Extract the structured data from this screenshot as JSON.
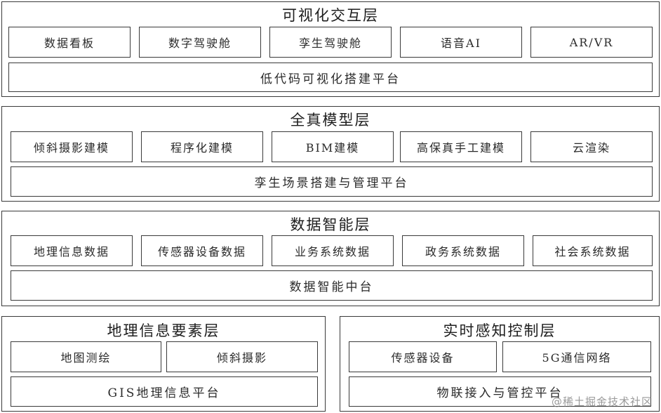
{
  "layers": {
    "visualization": {
      "title": "可视化交互层",
      "items": [
        "数据看板",
        "数字驾驶舱",
        "孪生驾驶舱",
        "语音AI",
        "AR/VR"
      ],
      "platform": "低代码可视化搭建平台"
    },
    "model": {
      "title": "全真模型层",
      "items": [
        "倾斜摄影建模",
        "程序化建模",
        "BIM建模",
        "高保真手工建模",
        "云渲染"
      ],
      "platform": "孪生场景搭建与管理平台"
    },
    "data": {
      "title": "数据智能层",
      "items": [
        "地理信息数据",
        "传感器设备数据",
        "业务系统数据",
        "政务系统数据",
        "社会系统数据"
      ],
      "platform": "数据智能中台"
    },
    "geo": {
      "title": "地理信息要素层",
      "items": [
        "地图测绘",
        "倾斜摄影"
      ],
      "platform": "GIS地理信息平台"
    },
    "control": {
      "title": "实时感知控制层",
      "items": [
        "传感器设备",
        "5G通信网络"
      ],
      "platform": "物联接入与管控平台"
    }
  },
  "watermark": "@稀土掘金技术社区"
}
